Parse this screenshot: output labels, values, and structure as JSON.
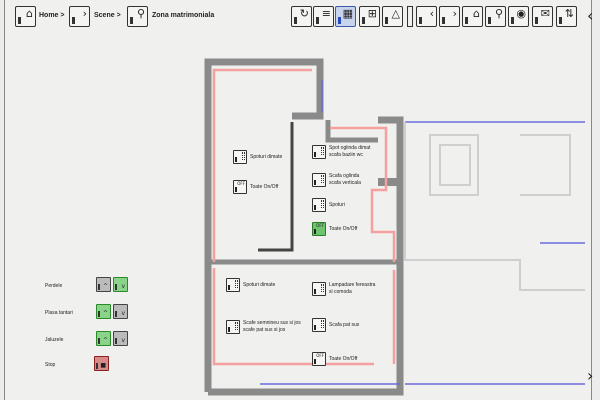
{
  "breadcrumb": [
    {
      "label": "Home >",
      "icon": "home-icon"
    },
    {
      "label": "Scene >",
      "icon": "chevron-right-icon"
    },
    {
      "label": "Zona matrimoniala",
      "icon": "search-icon"
    }
  ],
  "toolbar": [
    {
      "icon": "refresh-icon",
      "glyph": "↻"
    },
    {
      "icon": "list-icon",
      "glyph": "≡"
    },
    {
      "icon": "floorplan-icon",
      "glyph": "▦",
      "active": true
    },
    {
      "icon": "grid-icon",
      "glyph": "⊞"
    },
    {
      "icon": "warning-icon",
      "glyph": "△"
    },
    {
      "icon": "back-icon",
      "glyph": "‹"
    },
    {
      "icon": "forward-icon",
      "glyph": "›"
    },
    {
      "icon": "home-icon",
      "glyph": "⌂"
    },
    {
      "icon": "search-icon",
      "glyph": "⚲"
    },
    {
      "icon": "globe-icon",
      "glyph": "◉"
    },
    {
      "icon": "mail-icon",
      "glyph": "✉"
    },
    {
      "icon": "sort-icon",
      "glyph": "⇅"
    }
  ],
  "controls": [
    {
      "label": "Spoturi dimate",
      "type": "dimmer"
    },
    {
      "label": "Toate On/Off",
      "type": "off"
    },
    {
      "label": "Spot oglinda dimat\nscafa baziin wc",
      "type": "dimmer"
    },
    {
      "label": "Scafa oglinda\nscafa verticala",
      "type": "dimmer"
    },
    {
      "label": "Spoturi",
      "type": "dimmer"
    },
    {
      "label": "Toate On/Off",
      "type": "on"
    },
    {
      "label": "Spoturi dimate",
      "type": "dimmer"
    },
    {
      "label": "Lampadare fereastra\nsi comoda",
      "type": "dimmer"
    },
    {
      "label": "Scafe semnineu sus si jos\nscafe pat sus si jos",
      "type": "dimmer"
    },
    {
      "label": "Scafa pat sus",
      "type": "dimmer"
    },
    {
      "label": "Toate On/Off",
      "type": "off"
    }
  ],
  "off_text": "OFF",
  "blinds": [
    {
      "label": "Perdele",
      "up_active": false,
      "down_active": true
    },
    {
      "label": "Plasa tantari",
      "up_active": true,
      "down_active": false
    },
    {
      "label": "Jaluzele",
      "up_active": true,
      "down_active": false
    }
  ],
  "stop": {
    "label": "Stop"
  },
  "colors": {
    "wall": "#8a8a8a",
    "highlight": "#f08a8a",
    "window": "#6a6adc",
    "on": "#6cc46c",
    "stop": "#d87070"
  }
}
